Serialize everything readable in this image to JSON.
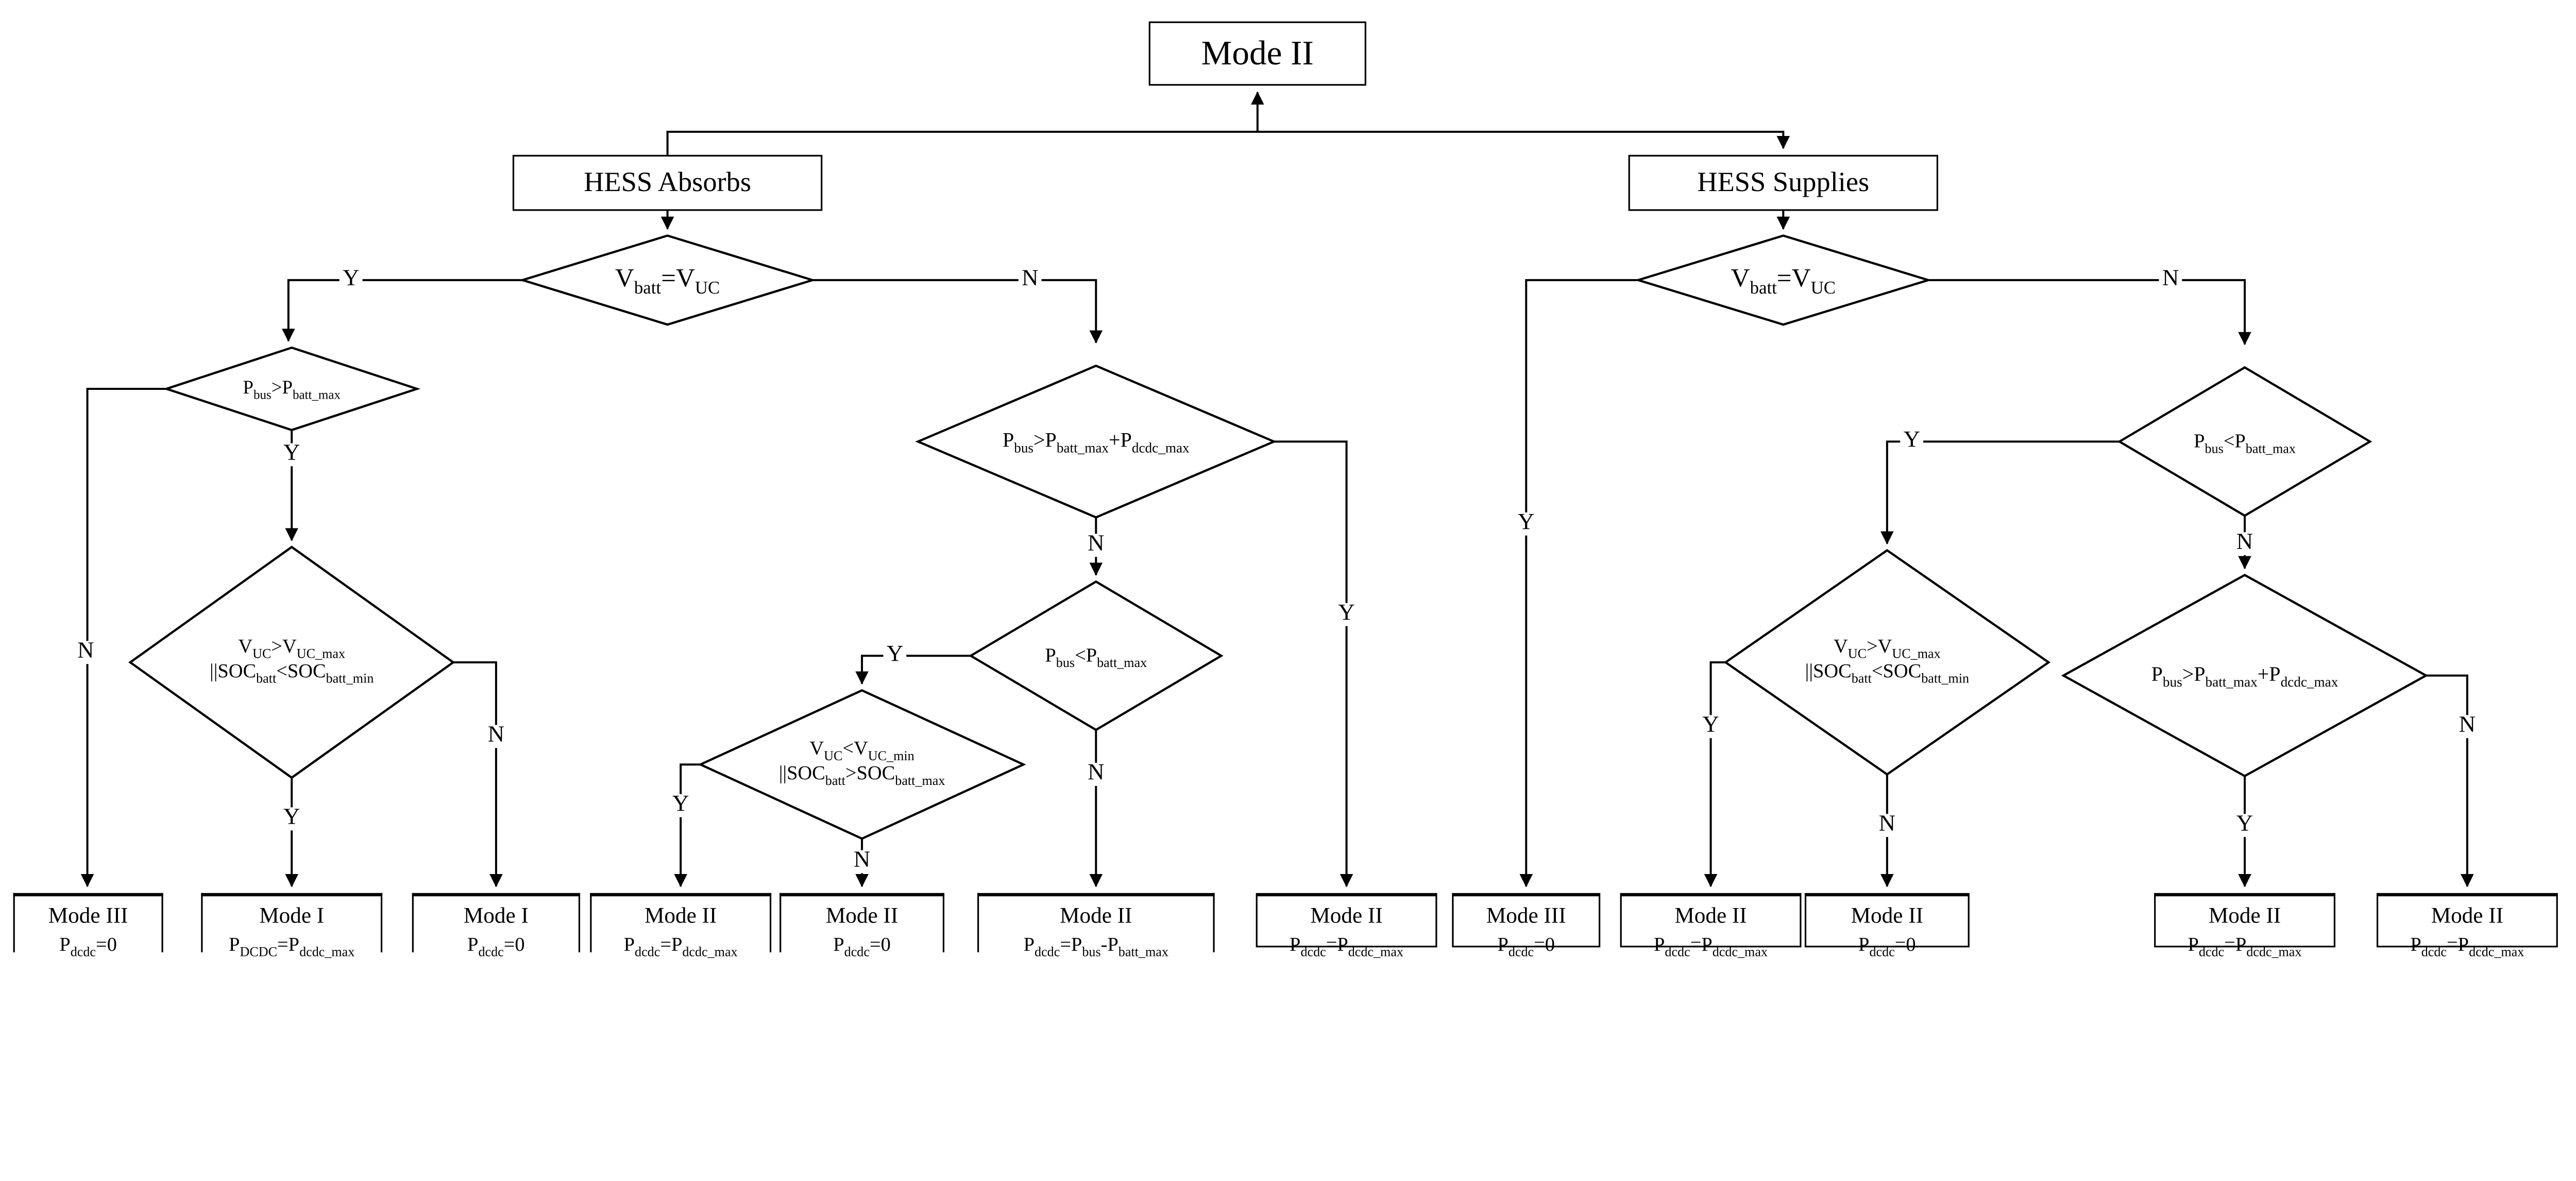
{
  "title": {
    "label": "Mode II"
  },
  "branches": {
    "left": "HESS Absorbs",
    "right": "HESS Supplies"
  },
  "edge_labels": {
    "yes": "Y",
    "no": "N"
  },
  "decisions": {
    "left_v_eq": {
      "lines": [
        "V_{batt}=V_{UC}"
      ]
    },
    "left_pbus_gt_pbatt": {
      "lines": [
        "P_{bus}>P_{batt_max}"
      ]
    },
    "left_vuc_gt_vucmax": {
      "lines": [
        "V_{UC}>V_{UC_max}",
        "||SOC_{batt}<SOC_{batt_min}"
      ]
    },
    "mid_pbus_gt_sum": {
      "lines": [
        "P_{bus}>P_{batt_max}+P_{dcdc_max}"
      ]
    },
    "mid_pbus_lt_pbatt": {
      "lines": [
        "P_{bus}<P_{batt_max}"
      ]
    },
    "mid_vuc_lt_vucmin": {
      "lines": [
        "V_{UC}<V_{UC_min}",
        "||SOC_{batt}>SOC_{batt_max}"
      ]
    },
    "right_v_eq": {
      "lines": [
        "V_{batt}=V_{UC}"
      ]
    },
    "right_pbus_lt_pbatt": {
      "lines": [
        "P_{bus}<P_{batt_max}"
      ]
    },
    "right_vuc_gt_vucmax": {
      "lines": [
        "V_{UC}>V_{UC_max}",
        "||SOC_{batt}<SOC_{batt_min}"
      ]
    },
    "right_pbus_gt_sum": {
      "lines": [
        "P_{bus}>P_{batt_max}+P_{dcdc_max}"
      ]
    }
  },
  "outcomes": [
    {
      "mode": "Mode III",
      "equation": "P_{dcdc}=0"
    },
    {
      "mode": "Mode I",
      "equation": "P_{DCDC}=P_{dcdc_max}"
    },
    {
      "mode": "Mode I",
      "equation": "P_{dcdc}=0"
    },
    {
      "mode": "Mode II",
      "equation": "P_{dcdc}=P_{dcdc_max}"
    },
    {
      "mode": "Mode II",
      "equation": "P_{dcdc}=0"
    },
    {
      "mode": "Mode II",
      "equation": "P_{dcdc}=P_{bus}-P_{batt_max}"
    },
    {
      "mode": "Mode II",
      "equation": "P_{dcdc}=P_{dcdc_max}"
    },
    {
      "mode": "Mode III",
      "equation": "P_{dcdc}=0"
    },
    {
      "mode": "Mode II",
      "equation": "P_{dcdc}=P_{dcdc_max}"
    },
    {
      "mode": "Mode II",
      "equation": "P_{dcdc}=0"
    },
    {
      "mode": "Mode II",
      "equation": "P_{dcdc}=P_{dcdc_max}"
    },
    {
      "mode": "Mode II",
      "equation": "P_{dcdc}=P_{dcdc_max}"
    }
  ]
}
